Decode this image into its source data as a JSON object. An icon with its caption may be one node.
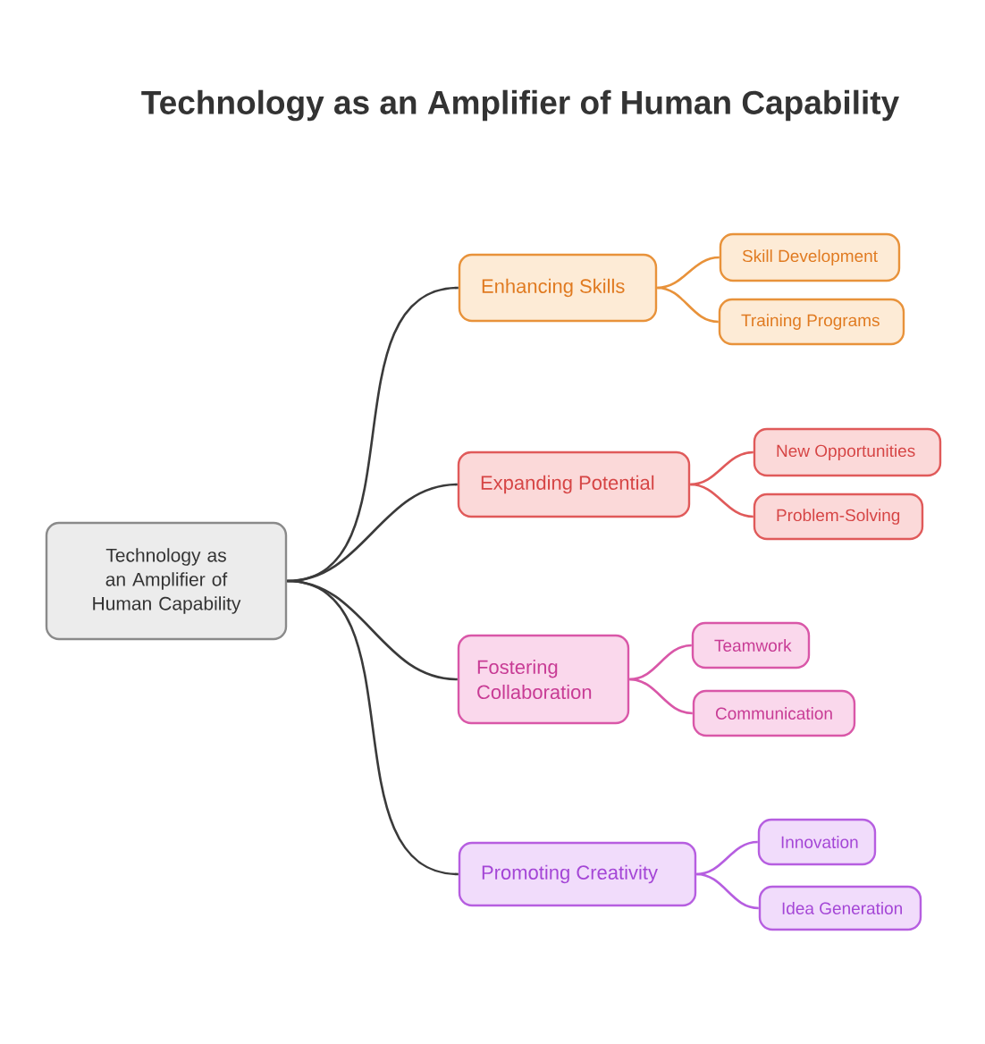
{
  "diagram": {
    "title": "Technology as an Amplifier of Human Capability",
    "nodes": [
      {
        "text": [
          "Technology as an Amplifier of Human Capability"
        ]
      },
      {
        "text": [
          "Enhancing Skills"
        ]
      },
      {
        "text": [
          "Skill Development"
        ]
      },
      {
        "text": [
          "Training Programs"
        ]
      },
      {
        "text": [
          "Expanding Potential"
        ]
      },
      {
        "text": [
          "New Opportunities"
        ]
      },
      {
        "text": [
          "Problem-Solving"
        ]
      },
      {
        "text": [
          "Fostering Collaboration"
        ]
      },
      {
        "text": [
          "Teamwork"
        ]
      },
      {
        "text": [
          "Communication"
        ]
      },
      {
        "text": [
          "Promoting Creativity"
        ]
      },
      {
        "text": [
          "Innovation"
        ]
      },
      {
        "text": [
          "Idea Generation"
        ]
      }
    ],
    "edges": [
      {
        "from": 0,
        "to": 1,
        "arrow": "none",
        "color": "#3a3a3a"
      },
      {
        "from": 0,
        "to": 4,
        "arrow": "none",
        "color": "#3a3a3a"
      },
      {
        "from": 0,
        "to": 7,
        "arrow": "none",
        "color": "#3a3a3a"
      },
      {
        "from": 0,
        "to": 10,
        "arrow": "none",
        "color": "#3a3a3a"
      },
      {
        "from": 1,
        "to": 2,
        "arrow": "none",
        "color": "#e8923a"
      },
      {
        "from": 1,
        "to": 3,
        "arrow": "none",
        "color": "#e8923a"
      },
      {
        "from": 4,
        "to": 5,
        "arrow": "none",
        "color": "#e05a5a"
      },
      {
        "from": 4,
        "to": 6,
        "arrow": "none",
        "color": "#e05a5a"
      },
      {
        "from": 7,
        "to": 8,
        "arrow": "none",
        "color": "#d957a8"
      },
      {
        "from": 7,
        "to": 9,
        "arrow": "none",
        "color": "#d957a8"
      },
      {
        "from": 10,
        "to": 11,
        "arrow": "none",
        "color": "#b65ee0"
      },
      {
        "from": 10,
        "to": 12,
        "arrow": "none",
        "color": "#b65ee0"
      }
    ]
  }
}
